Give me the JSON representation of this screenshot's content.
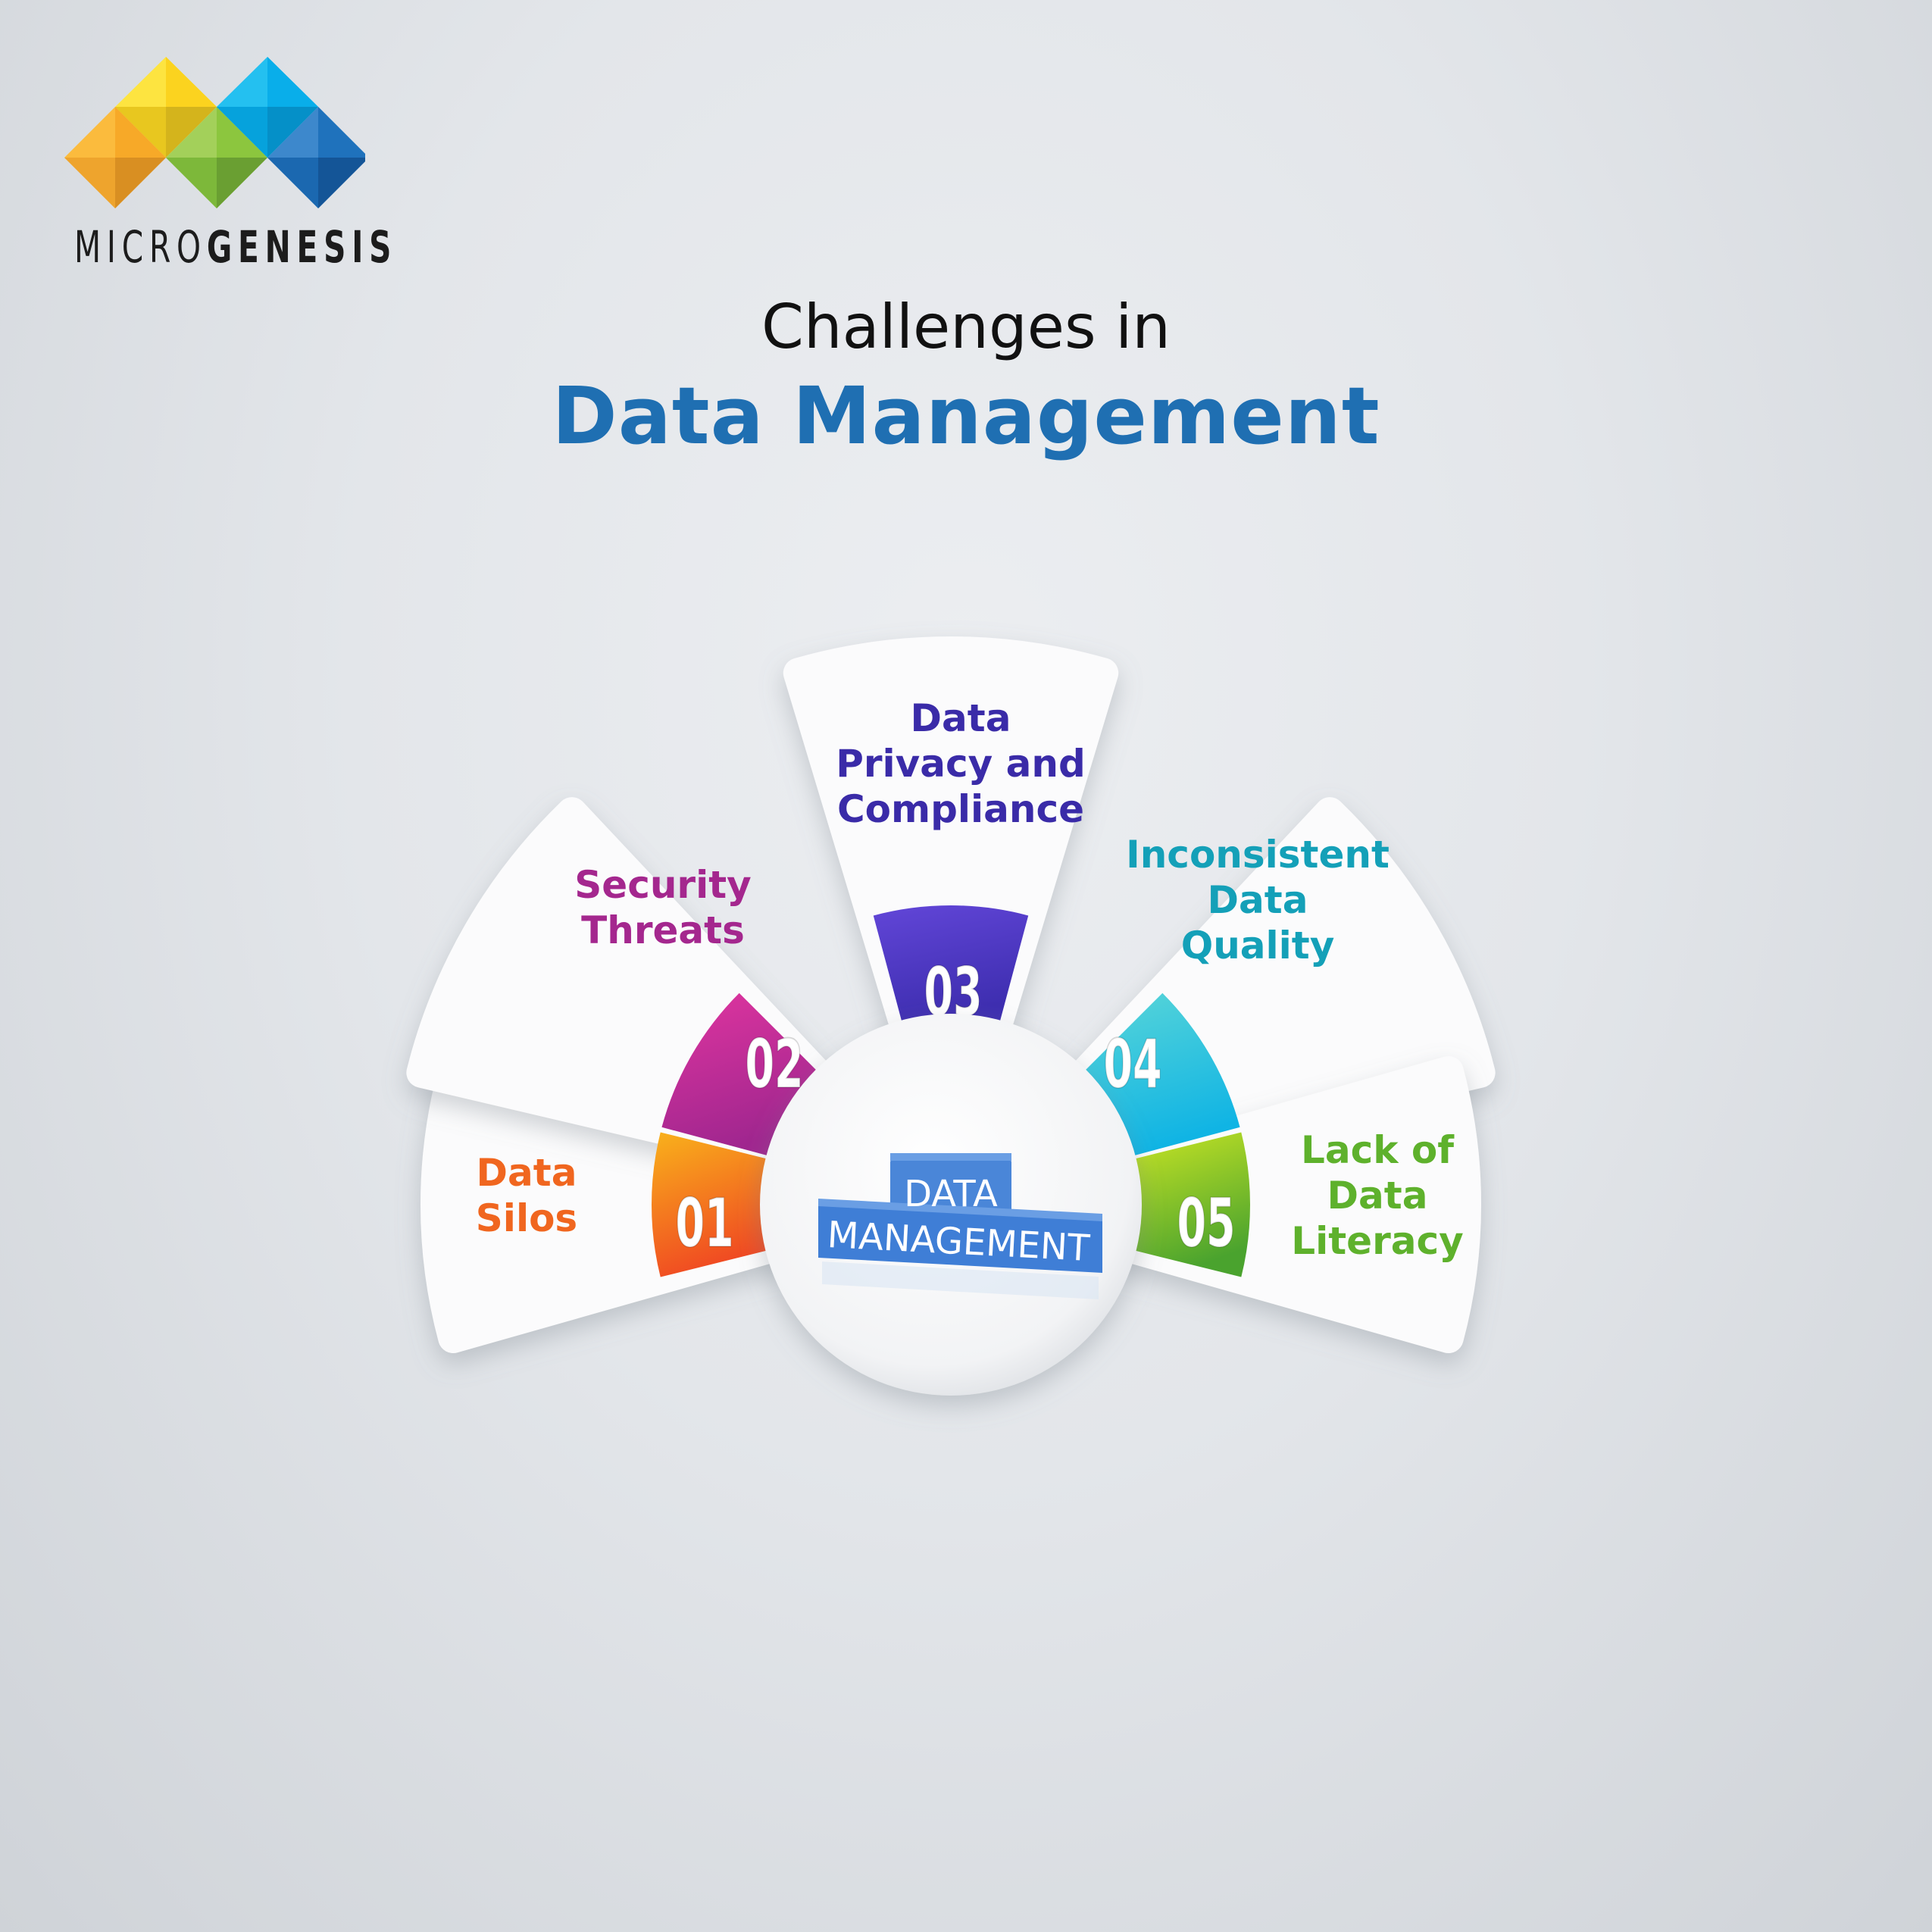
{
  "logo": {
    "word_light": "MICRO",
    "word_bold": "GENESIS",
    "colors": {
      "yellow": "#fcd72a",
      "orange": "#f6ab2c",
      "green": "#8cc63e",
      "lightblue": "#15b4ec",
      "darkblue": "#1c6fb8"
    }
  },
  "header": {
    "line1": "Challenges in",
    "line2": "Data Management",
    "line2_color": "#1f6fb2"
  },
  "center": {
    "block_top": "DATA",
    "block_bottom": "MANAGEMENT",
    "block_color": "#4a86d8"
  },
  "segments": [
    {
      "num": "01",
      "label_lines": [
        "Data",
        "Silos"
      ],
      "color": "#f0661f",
      "ring_from": "#f9b21b",
      "ring_to": "#f04a22",
      "angle": 180
    },
    {
      "num": "02",
      "label_lines": [
        "Security",
        "Threats"
      ],
      "color": "#a4278e",
      "ring_from": "#e0359f",
      "ring_to": "#a0268f",
      "angle": 210
    },
    {
      "num": "03",
      "label_lines": [
        "Data",
        "Privacy and",
        "Compliance"
      ],
      "color": "#3a2ba8",
      "ring_from": "#6246d8",
      "ring_to": "#3e2eb0",
      "angle": 270
    },
    {
      "num": "04",
      "label_lines": [
        "Inconsistent",
        "Data",
        "Quality"
      ],
      "color": "#14a0b8",
      "ring_from": "#5ad6d8",
      "ring_to": "#10b4e4",
      "angle": 330
    },
    {
      "num": "05",
      "label_lines": [
        "Lack of",
        "Data",
        "Literacy"
      ],
      "color": "#5eb12c",
      "ring_from": "#c8e424",
      "ring_to": "#4aa32e",
      "angle": 0
    }
  ]
}
